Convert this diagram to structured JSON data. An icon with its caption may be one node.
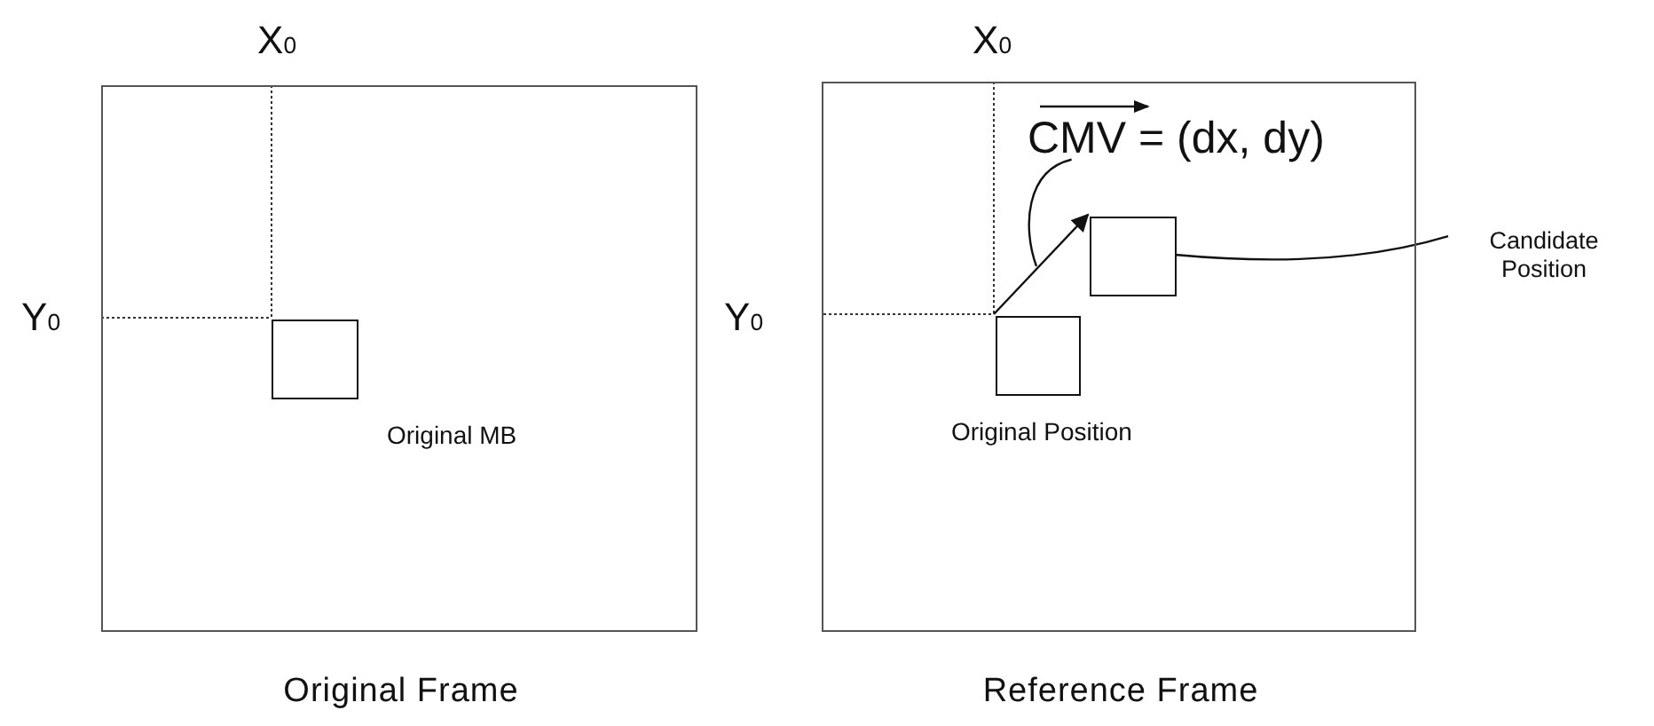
{
  "diagram": {
    "nodes": [
      {
        "text": [
          "Original Frame"
        ]
      },
      {
        "text": [],
        "shape": "box",
        "in": 0,
        "beside": [
          "Original MB"
        ]
      },
      {
        "text": [
          "Reference Frame"
        ]
      },
      {
        "text": [],
        "shape": "box",
        "in": 2,
        "beside": [
          "Original Position"
        ]
      },
      {
        "text": [],
        "shape": "box",
        "in": 2
      },
      {
        "text": [
          "CMV = (dx, dy)"
        ],
        "in": 2
      },
      {
        "text": [
          "Candidate Position"
        ]
      }
    ],
    "edges": [
      {
        "from": 3,
        "to": 4,
        "arrow": "to"
      },
      {
        "from": 5,
        "to": null,
        "arrow": "none"
      },
      {
        "from": 6,
        "to": 4,
        "arrow": "none"
      }
    ],
    "labels": [
      "X$_{0}$",
      "X$_{0}$",
      "Y$_{0}$",
      "Y$_{0}$"
    ]
  }
}
